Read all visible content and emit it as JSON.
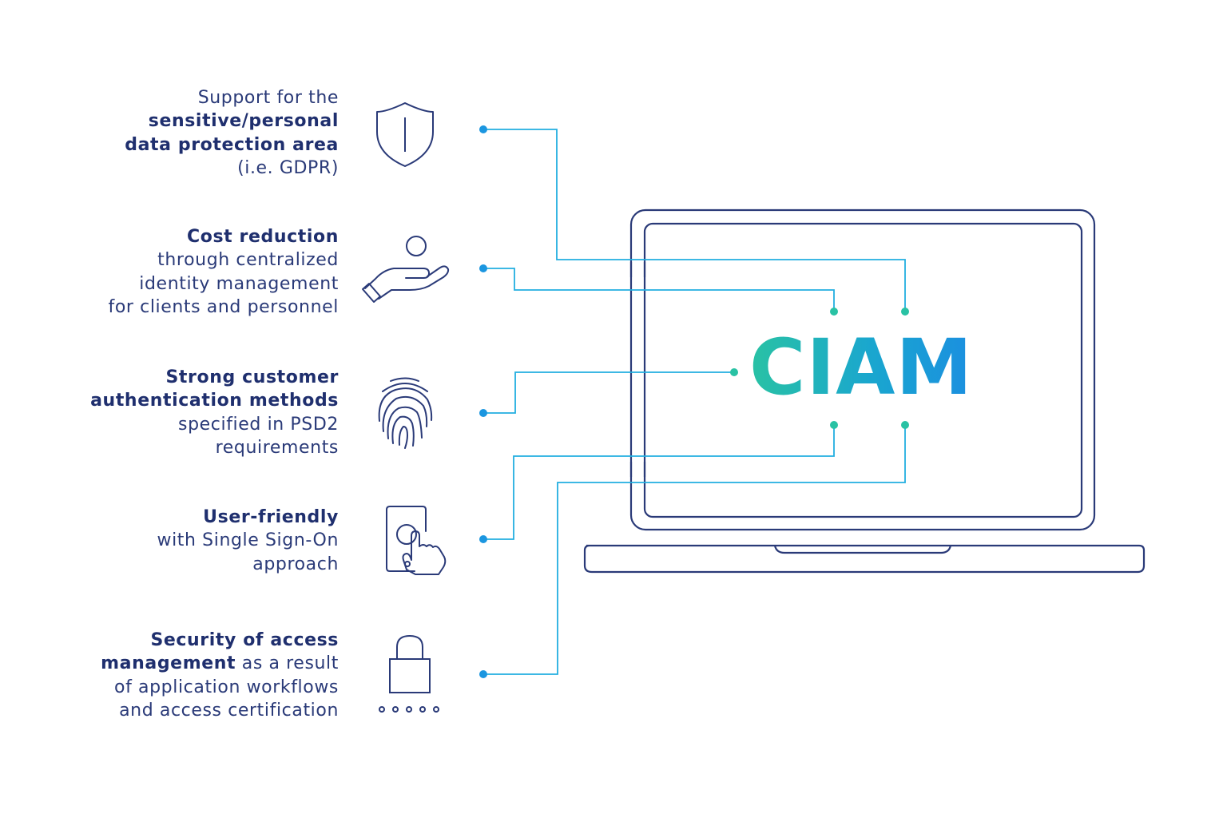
{
  "title": "CIAM",
  "features": [
    {
      "id": "gdpr",
      "icon": "shield-icon",
      "lines": [
        [
          {
            "text": "Support for the",
            "bold": false
          }
        ],
        [
          {
            "text": "sensitive/personal",
            "bold": true
          }
        ],
        [
          {
            "text": "data protection area",
            "bold": true
          }
        ],
        [
          {
            "text": "(i.e. GDPR)",
            "bold": false
          }
        ]
      ]
    },
    {
      "id": "cost",
      "icon": "hand-coin-icon",
      "lines": [
        [
          {
            "text": "Cost reduction",
            "bold": true
          }
        ],
        [
          {
            "text": "through centralized",
            "bold": false
          }
        ],
        [
          {
            "text": "identity management",
            "bold": false
          }
        ],
        [
          {
            "text": "for clients and personnel",
            "bold": false
          }
        ]
      ]
    },
    {
      "id": "sca",
      "icon": "fingerprint-icon",
      "lines": [
        [
          {
            "text": "Strong customer",
            "bold": true
          }
        ],
        [
          {
            "text": "authentication methods",
            "bold": true
          }
        ],
        [
          {
            "text": "specified in PSD2",
            "bold": false
          }
        ],
        [
          {
            "text": "requirements",
            "bold": false
          }
        ]
      ]
    },
    {
      "id": "sso",
      "icon": "touchscreen-tap-icon",
      "lines": [
        [
          {
            "text": "User-friendly",
            "bold": true
          }
        ],
        [
          {
            "text": "with Single Sign-On",
            "bold": false
          }
        ],
        [
          {
            "text": "approach",
            "bold": false
          }
        ]
      ]
    },
    {
      "id": "access",
      "icon": "padlock-password-icon",
      "lines": [
        [
          {
            "text": "Security of access",
            "bold": true
          }
        ],
        [
          {
            "text": "management",
            "bold": true
          },
          {
            "text": " as a result",
            "bold": false
          }
        ],
        [
          {
            "text": "of application workflows",
            "bold": false
          }
        ],
        [
          {
            "text": "and access certification",
            "bold": false
          }
        ]
      ]
    }
  ],
  "colors": {
    "navy": "#2a3a78",
    "connector_start": "#1b96e0",
    "connector_end": "#29c2a4"
  }
}
